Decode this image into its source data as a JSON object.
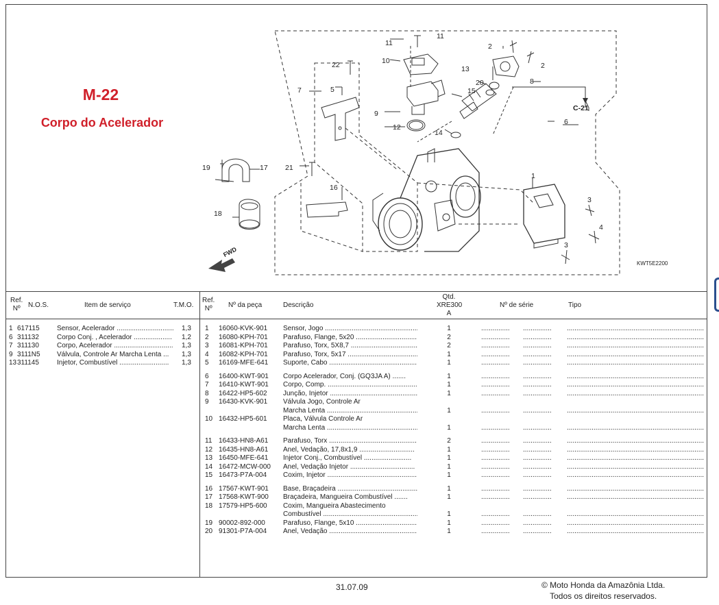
{
  "page": {
    "code": "M-22",
    "name": "Corpo do Acelerador",
    "diagram_code": "KWT5E2200",
    "fwd_label": "FWD",
    "ref_label": "C-21",
    "date": "31.07.09",
    "copyright_line1": "© Moto Honda da Amazônia Ltda.",
    "copyright_line2": "Todos os direitos reservados."
  },
  "left_table": {
    "headers": {
      "ref": "Ref.",
      "nr": "Nº",
      "nos": "N.O.S.",
      "item": "Item de serviço",
      "tmo": "T.M.O."
    },
    "rows": [
      {
        "ref": "1",
        "nos": "617115",
        "item": "Sensor, Acelerador ..............................",
        "tmo": "1,3"
      },
      {
        "ref": "6",
        "nos": "311132",
        "item": "Corpo Conj. , Acelerador ....................",
        "tmo": "1,2"
      },
      {
        "ref": "7",
        "nos": "311130",
        "item": "Corpo, Acelerador ...............................",
        "tmo": "1,3"
      },
      {
        "ref": "9",
        "nos": "3111N5",
        "item": "Válvula, Controle Ar Marcha Lenta ...",
        "tmo": "1,3"
      },
      {
        "ref": "13",
        "nos": "311145",
        "item": "Injetor, Combustível ..........................",
        "tmo": "1,3"
      }
    ]
  },
  "right_table": {
    "headers": {
      "ref": "Ref.",
      "nr": "Nº",
      "part": "Nº da peça",
      "desc": "Descrição",
      "qtd": "Qtd.",
      "model": "XRE300",
      "variant": "A",
      "serial": "Nº de série",
      "type": "Tipo"
    },
    "dots_serial": "...............",
    "dots_type": "...................................................................................................",
    "rows": [
      {
        "ref": "1",
        "part": "16060-KVK-901",
        "desc": "Sensor, Jogo ...................................................",
        "qty": "1"
      },
      {
        "ref": "2",
        "part": "16080-KPH-701",
        "desc": "Parafuso, Flange, 5x20 ...................................",
        "qty": "2"
      },
      {
        "ref": "3",
        "part": "16081-KPH-701",
        "desc": "Parafuso, Torx, 5X8,7 ....................................",
        "qty": "2"
      },
      {
        "ref": "4",
        "part": "16082-KPH-701",
        "desc": "Parafuso, Torx, 5x17 .....................................",
        "qty": "1"
      },
      {
        "ref": "5",
        "part": "16169-MFE-641",
        "desc": "Suporte, Cabo ..................................................",
        "qty": "1"
      },
      {
        "ref": "6",
        "part": "16400-KWT-901",
        "desc": "Corpo Acelerador, Conj. (GQ3JA A) .......",
        "qty": "1"
      },
      {
        "ref": "7",
        "part": "16410-KWT-901",
        "desc": "Corpo, Comp. ...................................................",
        "qty": "1"
      },
      {
        "ref": "8",
        "part": "16422-HP5-602",
        "desc": "Junção, Injetor ..............................................",
        "qty": "1"
      },
      {
        "ref": "9",
        "part": "16430-KVK-901",
        "desc": "Válvula Jogo, Controle Ar",
        "desc2": "Marcha Lenta .................................................",
        "qty": "1"
      },
      {
        "ref": "10",
        "part": "16432-HP5-601",
        "desc": "Placa, Válvula Controle Ar",
        "desc2": "Marcha Lenta .................................................",
        "qty": "1"
      },
      {
        "ref": "11",
        "part": "16433-HN8-A61",
        "desc": "Parafuso, Torx ..............................................",
        "qty": "2"
      },
      {
        "ref": "12",
        "part": "16435-HN8-A61",
        "desc": "Anel, Vedação, 17,8x1,9 .............................",
        "qty": "1"
      },
      {
        "ref": "13",
        "part": "16450-MFE-641",
        "desc": "Injetor Conj., Combustível .........................",
        "qty": "1"
      },
      {
        "ref": "14",
        "part": "16472-MCW-000",
        "desc": "Anel, Vedação Injetor ..................................",
        "qty": "1"
      },
      {
        "ref": "15",
        "part": "16473-P7A-004",
        "desc": "Coxim, Injetor ...............................................",
        "qty": "1"
      },
      {
        "ref": "16",
        "part": "17567-KWT-901",
        "desc": "Base, Braçadeira ..........................................",
        "qty": "1"
      },
      {
        "ref": "17",
        "part": "17568-KWT-900",
        "desc": "Braçadeira, Mangueira Combustível .......",
        "qty": "1"
      },
      {
        "ref": "18",
        "part": "17579-HP5-600",
        "desc": "Coxim, Mangueira Abastecimento",
        "desc2": "Combustível ...................................................",
        "qty": "1"
      },
      {
        "ref": "19",
        "part": "90002-892-000",
        "desc": "Parafuso, Flange, 5x10 .................................",
        "qty": "1"
      },
      {
        "ref": "20",
        "part": "91301-P7A-004",
        "desc": "Anel, Vedação ................................................",
        "qty": "1"
      }
    ]
  },
  "callouts": [
    "1",
    "2",
    "2",
    "3",
    "3",
    "4",
    "5",
    "6",
    "7",
    "8",
    "9",
    "10",
    "11",
    "11",
    "12",
    "13",
    "14",
    "15",
    "16",
    "17",
    "18",
    "19",
    "20",
    "21",
    "22"
  ]
}
